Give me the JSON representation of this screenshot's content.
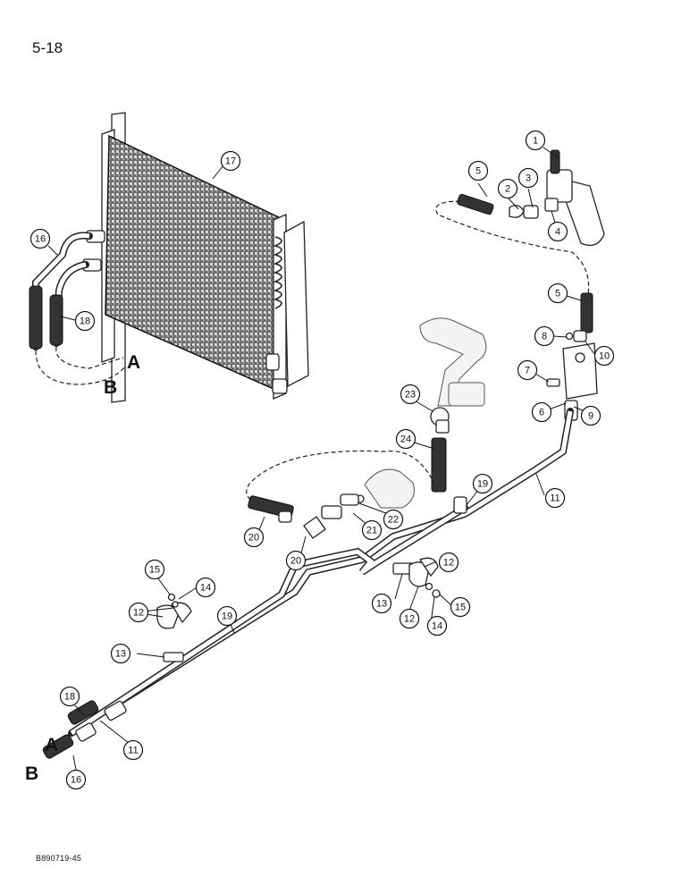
{
  "page": {
    "number": "5-18",
    "figure_code": "B890719-45"
  },
  "letters": {
    "a": "A",
    "b": "B"
  },
  "callouts": [
    "1",
    "2",
    "3",
    "4",
    "5",
    "5",
    "6",
    "7",
    "8",
    "9",
    "10",
    "11",
    "11",
    "12",
    "12",
    "12",
    "13",
    "13",
    "14",
    "14",
    "15",
    "15",
    "16",
    "16",
    "17",
    "18",
    "18",
    "19",
    "19",
    "20",
    "20",
    "21",
    "22",
    "23",
    "24"
  ]
}
